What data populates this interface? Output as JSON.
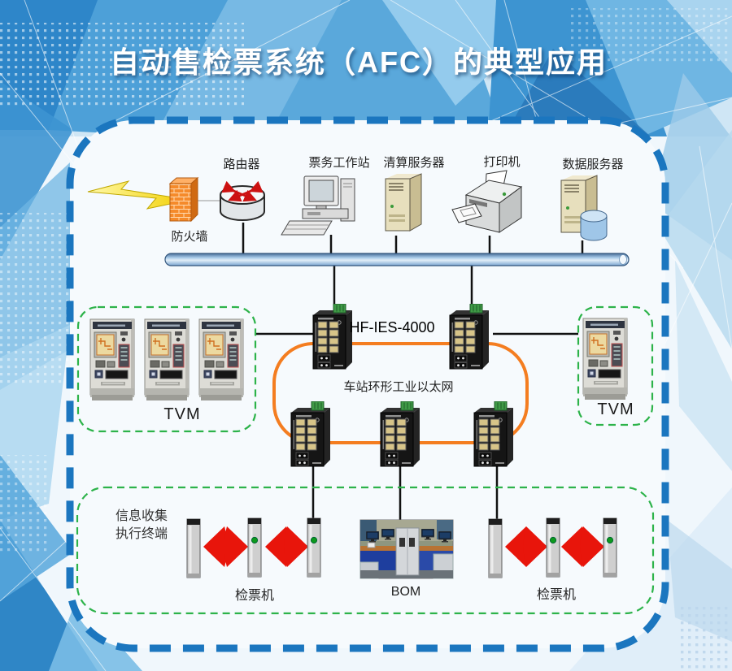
{
  "title": "自动售检票系统（AFC）的典型应用",
  "devices": {
    "firewall_label": "防火墙",
    "router_label": "路由器",
    "workstation_label": "票务工作站",
    "clearing_server_label": "清算服务器",
    "printer_label": "打印机",
    "data_server_label": "数据服务器"
  },
  "network": {
    "switch_model_label": "HF-IES-4000",
    "ring_label": "车站环形工业以太网"
  },
  "tvm": {
    "left_label": "TVM",
    "right_label": "TVM"
  },
  "terminal_zone": {
    "zone_label_line1": "信息收集",
    "zone_label_line2": "执行终端",
    "left_gate_label": "检票机",
    "bom_label": "BOM",
    "right_gate_label": "检票机"
  },
  "colors": {
    "frame_dash": "#1b76bf",
    "zone_dash": "#2db34a",
    "ring": "#f47d20",
    "gate_flap": "#e8150b",
    "bus_fill": "#9cc0e4",
    "firewall_orange": "#f58a2a",
    "switch_body": "#151515"
  }
}
